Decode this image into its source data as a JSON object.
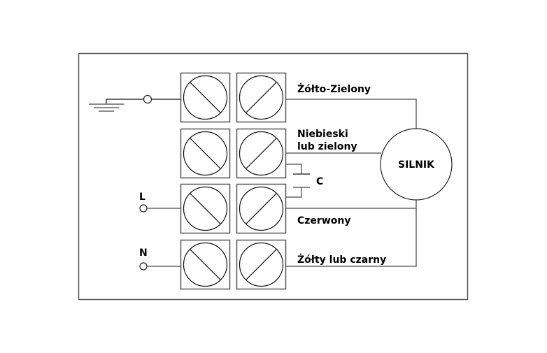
{
  "diagram": {
    "type": "wiring-diagram",
    "motor": {
      "label": "SILNIK"
    },
    "capacitor": {
      "label": "C"
    },
    "inputs": [
      {
        "id": "ground",
        "label": ""
      },
      {
        "id": "L",
        "label": "L"
      },
      {
        "id": "N",
        "label": "N"
      }
    ],
    "wires": [
      {
        "label": "Żółto-Zielony"
      },
      {
        "label_line1": "Niebieski",
        "label_line2": "lub zielony"
      },
      {
        "label": "Czerwony"
      },
      {
        "label": "Żółty lub czarny"
      }
    ],
    "terminal_rows": 4,
    "terminal_columns": 2
  }
}
